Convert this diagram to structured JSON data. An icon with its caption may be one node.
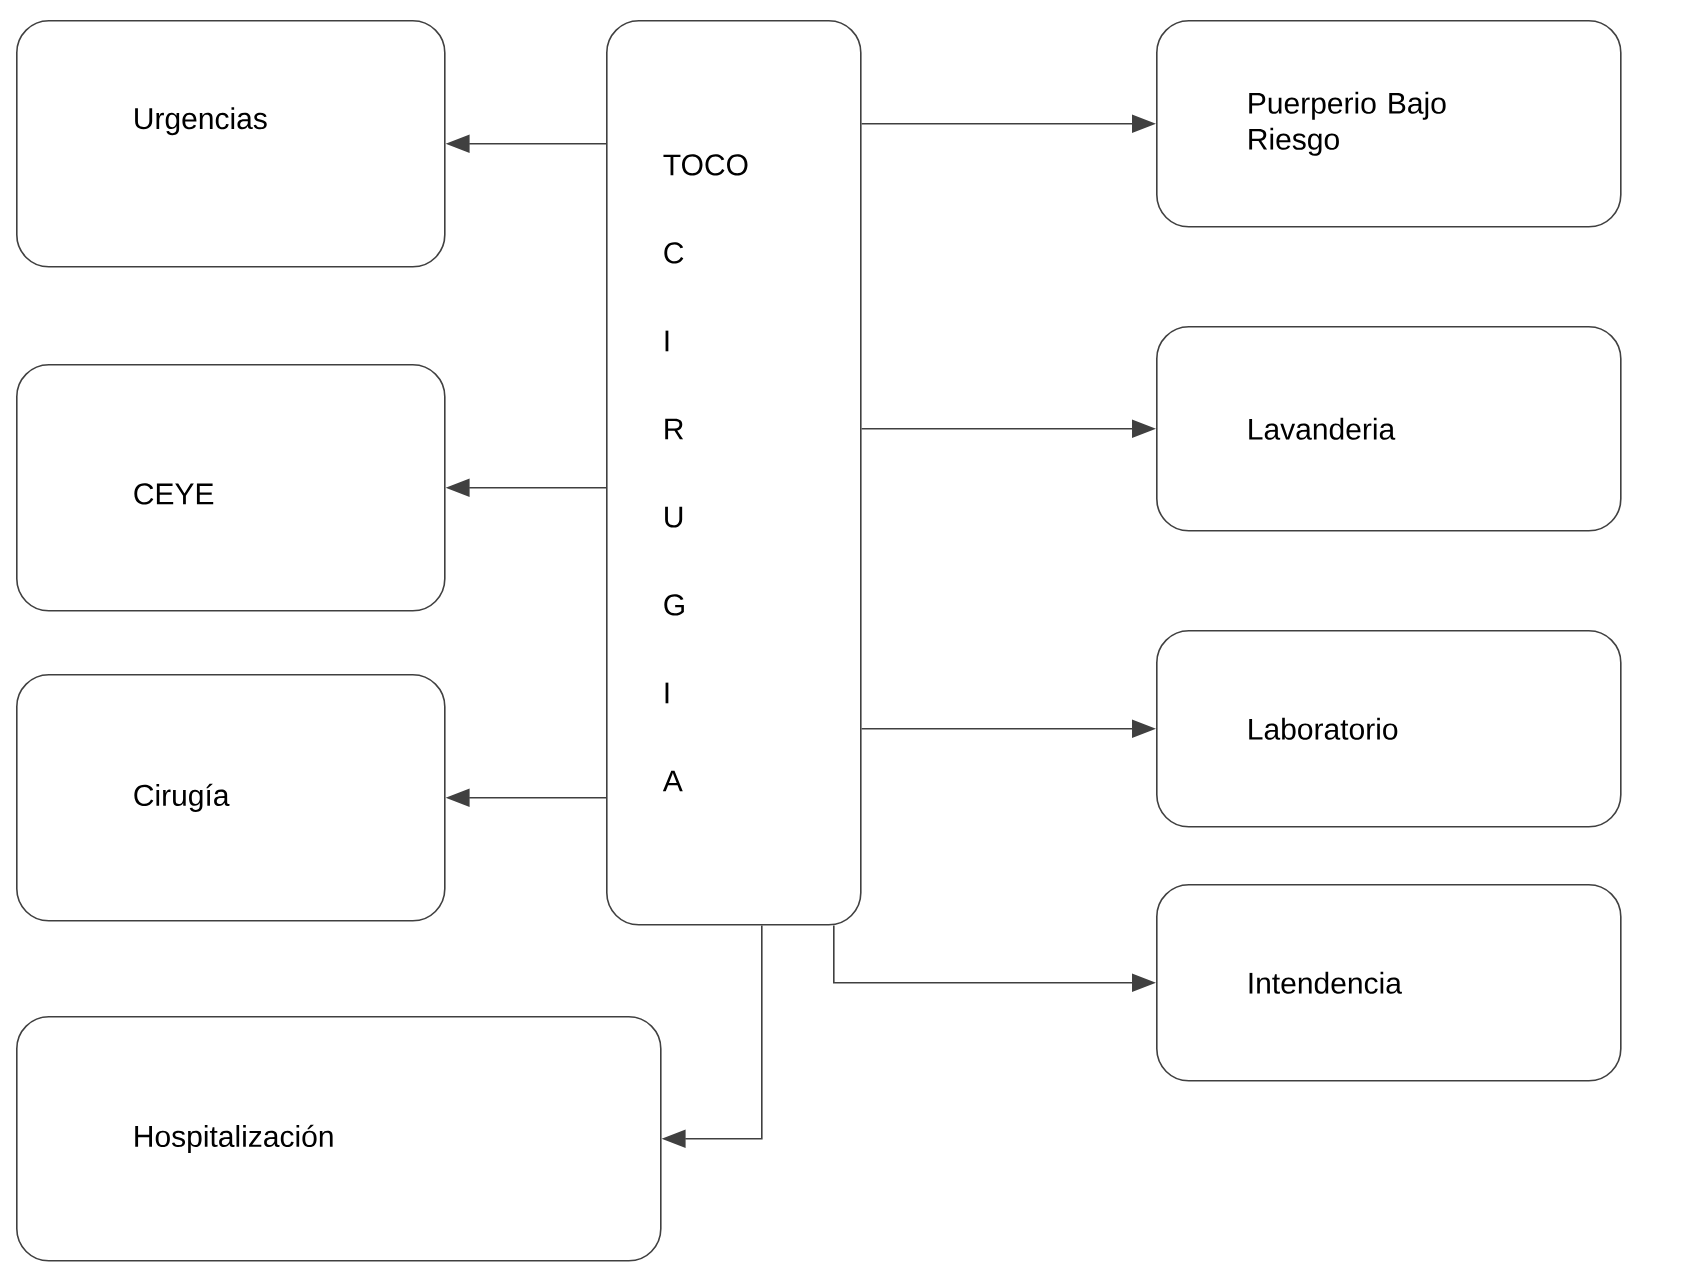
{
  "diagram": {
    "nodes": [
      {
        "text": [
          "Urgencias"
        ]
      },
      {
        "text": [
          "TOCO C I R U G I A"
        ]
      },
      {
        "text": [
          "Puerperio Bajo Riesgo"
        ]
      },
      {
        "text": [
          "CEYE"
        ]
      },
      {
        "text": [
          "Lavanderia"
        ]
      },
      {
        "text": [
          "Cirugía"
        ]
      },
      {
        "text": [
          "Laboratorio"
        ]
      },
      {
        "text": [
          "Intendencia"
        ]
      },
      {
        "text": [
          "Hospitalización"
        ]
      }
    ],
    "edges": [
      {
        "from": 1,
        "to": 0,
        "arrow": "to"
      },
      {
        "from": 1,
        "to": 3,
        "arrow": "to"
      },
      {
        "from": 1,
        "to": 5,
        "arrow": "to"
      },
      {
        "from": 1,
        "to": 8,
        "arrow": "to"
      },
      {
        "from": 1,
        "to": 2,
        "arrow": "to"
      },
      {
        "from": 1,
        "to": 4,
        "arrow": "to"
      },
      {
        "from": 1,
        "to": 6,
        "arrow": "to"
      },
      {
        "from": 1,
        "to": 7,
        "arrow": "to"
      }
    ]
  }
}
